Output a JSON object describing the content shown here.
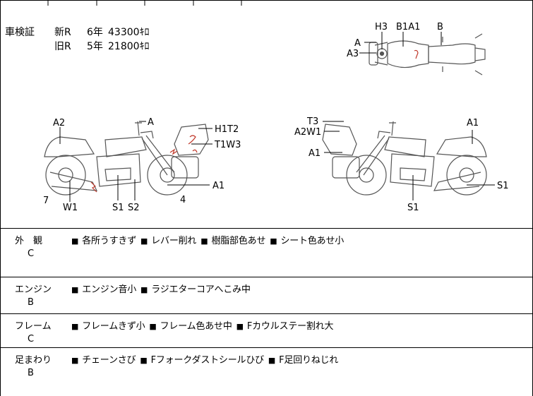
{
  "registration": {
    "label": "車検証",
    "rows": [
      {
        "type": "新R",
        "years": "6年",
        "distance": "43300ｷﾛ"
      },
      {
        "type": "旧R",
        "years": "5年",
        "distance": "21800ｷﾛ"
      }
    ]
  },
  "callouts": {
    "left": [
      "A2",
      "A",
      "H1T2",
      "T1W3",
      "A1",
      "7",
      "W1",
      "S1",
      "S2",
      "4"
    ],
    "right": [
      "T3",
      "A2W1",
      "A1",
      "A1",
      "S1",
      "S1"
    ],
    "top": [
      "H3",
      "B1A1",
      "B",
      "A",
      "A3"
    ]
  },
  "conditions": [
    {
      "name": "外　観",
      "grade": "C",
      "notes": [
        "各所うすきず",
        "レバー削れ",
        "樹脂部色あせ",
        "シート色あせ小"
      ]
    },
    {
      "name": "エンジン",
      "grade": "B",
      "notes": [
        "エンジン音小",
        "ラジエターコアへこみ中"
      ]
    },
    {
      "name": "フレーム",
      "grade": "C",
      "notes": [
        "フレームきず小",
        "フレーム色あせ中",
        "Fカウルステー割れ大"
      ]
    },
    {
      "name": "足まわり",
      "grade": "B",
      "notes": [
        "チェーンさび",
        "Fフォークダストシールひび",
        "F足回りねじれ"
      ]
    }
  ],
  "bullet_glyph": "■",
  "colors": {
    "damage_mark": "#c0392b",
    "line": "#000000",
    "bike_line": "#555555"
  }
}
